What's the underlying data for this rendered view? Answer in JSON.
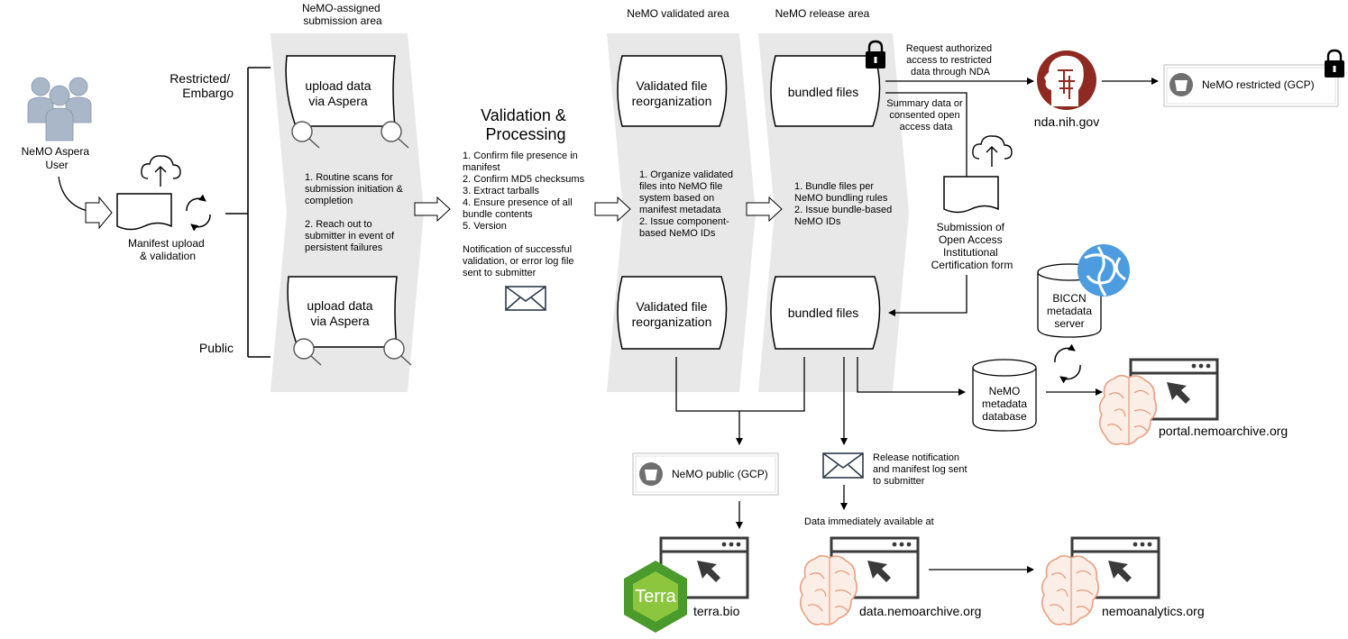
{
  "headers": {
    "submission": [
      "NeMO-assigned",
      "submission area"
    ],
    "validated": "NeMO validated area",
    "release": "NeMO release area"
  },
  "user": {
    "label": [
      "NeMO Aspera",
      "User"
    ],
    "icon": "users-group-icon"
  },
  "manifest": {
    "label": [
      "Manifest upload",
      "& validation"
    ],
    "icons": [
      "cloud-upload-icon",
      "document-icon",
      "sync-icon"
    ]
  },
  "access": {
    "restricted": [
      "Restricted/",
      "Embargo"
    ],
    "public": "Public"
  },
  "upload_docs": [
    {
      "label": [
        "upload data",
        "via Aspera"
      ]
    },
    {
      "label": [
        "upload data",
        "via Aspera"
      ]
    }
  ],
  "scan_notes": [
    "1. Routine scans for",
    "submission initiation &",
    "completion",
    "",
    "2. Reach out to",
    "submitter in event of",
    "persistent failures"
  ],
  "validation": {
    "title": [
      "Validation &",
      "Processing"
    ],
    "steps": [
      "1. Confirm file presence in",
      "manifest",
      "2. Confirm MD5 checksums",
      "3. Extract tarballs",
      "4. Ensure presence of all",
      "bundle contents",
      "5. Version"
    ],
    "notification": [
      "Notification of successful",
      "validation, or error log file",
      "sent to submitter"
    ]
  },
  "validated_docs": [
    {
      "label": [
        "Validated file",
        "reorganization"
      ]
    },
    {
      "label": [
        "Validated file",
        "reorganization"
      ]
    }
  ],
  "validated_notes": [
    "1. Organize validated",
    "files  into NeMO file",
    "system based on",
    "manifest metadata",
    "2. Issue component-",
    "based NeMO IDs"
  ],
  "bundled_docs": [
    {
      "label": "bundled files"
    },
    {
      "label": "bundled files"
    }
  ],
  "bundle_notes": [
    "1. Bundle files per",
    "NeMO bundling rules",
    "2. Issue bundle-based",
    "NeMO IDs"
  ],
  "nda": {
    "request": [
      "Request authorized",
      "access to restricted",
      "data through NDA"
    ],
    "label": "nda.nih.gov",
    "summary": [
      "Summary data or",
      "consented open",
      "access data"
    ]
  },
  "restricted_bucket": {
    "label": "NeMO restricted (GCP)",
    "icon": "bucket-icon"
  },
  "certification": {
    "label": [
      "Submission of",
      "Open Access",
      "Institutional",
      "Certification form"
    ]
  },
  "biccn": {
    "label": [
      "BICCN",
      "metadata",
      "server"
    ],
    "icon": "globe-icon"
  },
  "metadata_db": {
    "label": [
      "NeMO",
      "metadata",
      "database"
    ]
  },
  "portal": {
    "label": "portal.nemoarchive.org"
  },
  "public_bucket": {
    "label": "NeMO public (GCP)",
    "icon": "bucket-icon"
  },
  "release_notice": [
    "Release notification",
    "and manifest log sent",
    "to submitter"
  ],
  "available": "Data immediately available at",
  "terra": {
    "logo_text": "Terra",
    "label": "terra.bio"
  },
  "data_portal": {
    "label": "data.nemoarchive.org"
  },
  "analytics": {
    "label": "nemoanalytics.org"
  },
  "colors": {
    "band": "#e8e8e8",
    "user_icon": "#a9b7c8",
    "nda_red": "#8e2a22",
    "biccn_blue": "#4e9ce0",
    "terra_green": "#4a9a2c",
    "brain_stroke": "#e8a083"
  }
}
